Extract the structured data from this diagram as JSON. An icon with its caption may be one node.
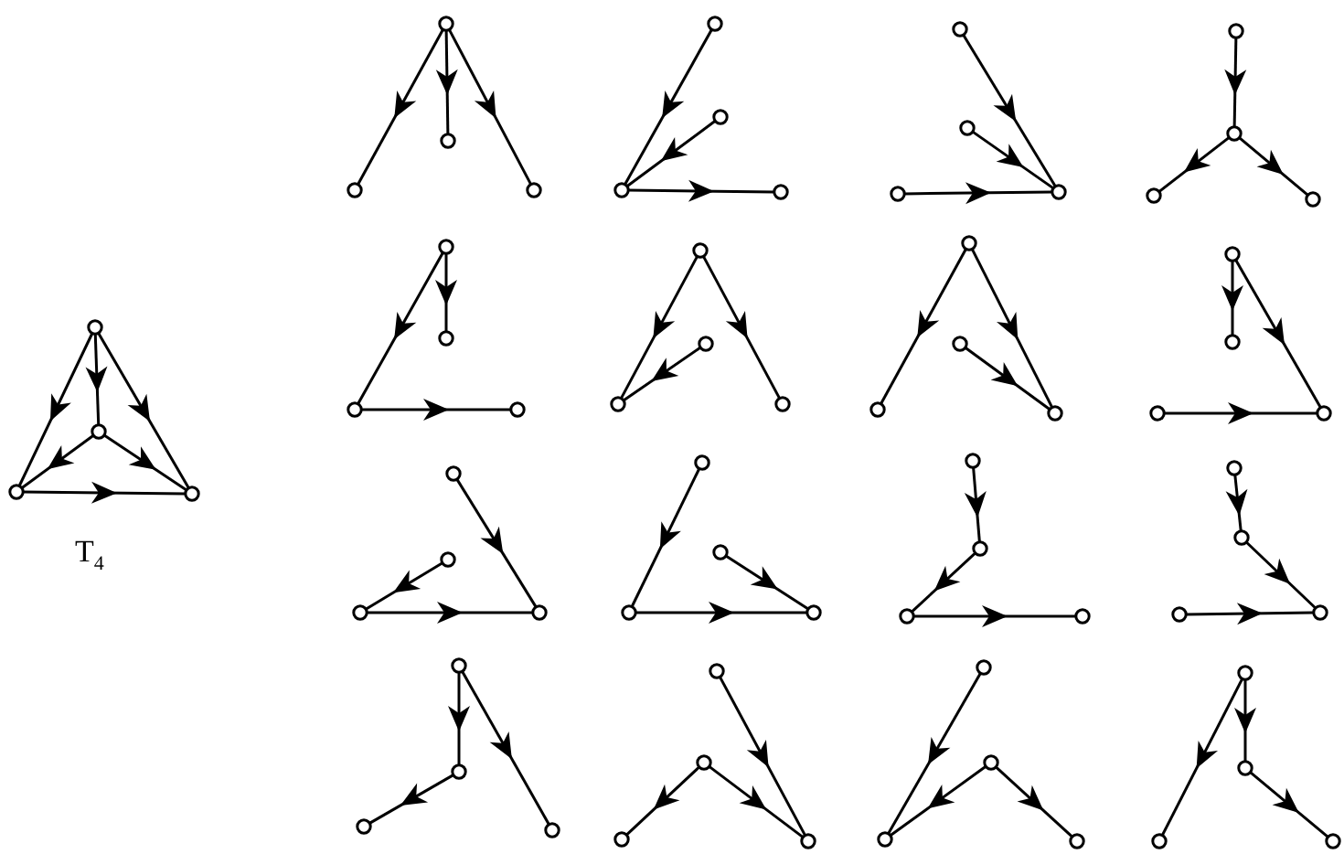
{
  "diagram": {
    "nodes": [
      {
        "text": [],
        "shape": "circle"
      },
      {
        "text": [],
        "shape": "circle"
      },
      {
        "text": [],
        "shape": "circle"
      },
      {
        "text": [],
        "shape": "circle"
      },
      {
        "text": [],
        "shape": "circle"
      },
      {
        "text": [],
        "shape": "circle"
      },
      {
        "text": [],
        "shape": "circle"
      },
      {
        "text": [],
        "shape": "circle"
      },
      {
        "text": [],
        "shape": "circle"
      },
      {
        "text": [],
        "shape": "circle"
      },
      {
        "text": [],
        "shape": "circle"
      },
      {
        "text": [],
        "shape": "circle"
      },
      {
        "text": [],
        "shape": "circle"
      },
      {
        "text": [],
        "shape": "circle"
      },
      {
        "text": [],
        "shape": "circle"
      },
      {
        "text": [],
        "shape": "circle"
      },
      {
        "text": [],
        "shape": "circle"
      },
      {
        "text": [],
        "shape": "circle"
      },
      {
        "text": [],
        "shape": "circle"
      },
      {
        "text": [],
        "shape": "circle"
      },
      {
        "text": [],
        "shape": "circle"
      },
      {
        "text": [],
        "shape": "circle"
      },
      {
        "text": [],
        "shape": "circle"
      },
      {
        "text": [],
        "shape": "circle"
      },
      {
        "text": [],
        "shape": "circle"
      },
      {
        "text": [],
        "shape": "circle"
      },
      {
        "text": [],
        "shape": "circle"
      },
      {
        "text": [],
        "shape": "circle"
      },
      {
        "text": [],
        "shape": "circle"
      },
      {
        "text": [],
        "shape": "circle"
      },
      {
        "text": [],
        "shape": "circle"
      },
      {
        "text": [],
        "shape": "circle"
      },
      {
        "text": [],
        "shape": "circle"
      },
      {
        "text": [],
        "shape": "circle"
      },
      {
        "text": [],
        "shape": "circle"
      },
      {
        "text": [],
        "shape": "circle"
      },
      {
        "text": [],
        "shape": "circle"
      },
      {
        "text": [],
        "shape": "circle"
      },
      {
        "text": [],
        "shape": "circle"
      },
      {
        "text": [],
        "shape": "circle"
      },
      {
        "text": [],
        "shape": "circle"
      },
      {
        "text": [],
        "shape": "circle"
      },
      {
        "text": [],
        "shape": "circle"
      },
      {
        "text": [],
        "shape": "circle"
      },
      {
        "text": [],
        "shape": "circle"
      },
      {
        "text": [],
        "shape": "circle"
      },
      {
        "text": [],
        "shape": "circle"
      },
      {
        "text": [],
        "shape": "circle"
      },
      {
        "text": [],
        "shape": "circle"
      },
      {
        "text": [],
        "shape": "circle"
      },
      {
        "text": [],
        "shape": "circle"
      },
      {
        "text": [],
        "shape": "circle"
      },
      {
        "text": [],
        "shape": "circle"
      },
      {
        "text": [],
        "shape": "circle"
      },
      {
        "text": [],
        "shape": "circle"
      },
      {
        "text": [],
        "shape": "circle"
      },
      {
        "text": [],
        "shape": "circle"
      },
      {
        "text": [],
        "shape": "circle"
      },
      {
        "text": [],
        "shape": "circle"
      },
      {
        "text": [],
        "shape": "circle"
      },
      {
        "text": [],
        "shape": "circle"
      },
      {
        "text": [],
        "shape": "circle"
      },
      {
        "text": [],
        "shape": "circle"
      },
      {
        "text": [],
        "shape": "circle"
      },
      {
        "text": [],
        "shape": "circle"
      },
      {
        "text": [],
        "shape": "circle"
      },
      {
        "text": [],
        "shape": "circle"
      },
      {
        "text": [],
        "shape": "circle"
      }
    ],
    "edges": [
      {
        "from": 0,
        "to": 2,
        "arrow": "to"
      },
      {
        "from": 0,
        "to": 1,
        "arrow": "to"
      },
      {
        "from": 0,
        "to": 3,
        "arrow": "to"
      },
      {
        "from": 1,
        "to": 2,
        "arrow": "to"
      },
      {
        "from": 1,
        "to": 3,
        "arrow": "to"
      },
      {
        "from": 2,
        "to": 3,
        "arrow": "to"
      },
      {
        "from": 4,
        "to": 6,
        "arrow": "to"
      },
      {
        "from": 4,
        "to": 5,
        "arrow": "to"
      },
      {
        "from": 4,
        "to": 7,
        "arrow": "to"
      },
      {
        "from": 8,
        "to": 10,
        "arrow": "to"
      },
      {
        "from": 9,
        "to": 10,
        "arrow": "to"
      },
      {
        "from": 10,
        "to": 11,
        "arrow": "to"
      },
      {
        "from": 12,
        "to": 15,
        "arrow": "to"
      },
      {
        "from": 13,
        "to": 15,
        "arrow": "to"
      },
      {
        "from": 14,
        "to": 15,
        "arrow": "to"
      },
      {
        "from": 16,
        "to": 17,
        "arrow": "to"
      },
      {
        "from": 17,
        "to": 18,
        "arrow": "to"
      },
      {
        "from": 17,
        "to": 19,
        "arrow": "to"
      },
      {
        "from": 20,
        "to": 22,
        "arrow": "to"
      },
      {
        "from": 20,
        "to": 21,
        "arrow": "to"
      },
      {
        "from": 22,
        "to": 23,
        "arrow": "to"
      },
      {
        "from": 24,
        "to": 26,
        "arrow": "to"
      },
      {
        "from": 24,
        "to": 27,
        "arrow": "to"
      },
      {
        "from": 25,
        "to": 26,
        "arrow": "to"
      },
      {
        "from": 28,
        "to": 30,
        "arrow": "to"
      },
      {
        "from": 28,
        "to": 31,
        "arrow": "to"
      },
      {
        "from": 29,
        "to": 31,
        "arrow": "to"
      },
      {
        "from": 32,
        "to": 33,
        "arrow": "to"
      },
      {
        "from": 32,
        "to": 35,
        "arrow": "to"
      },
      {
        "from": 34,
        "to": 35,
        "arrow": "to"
      },
      {
        "from": 36,
        "to": 39,
        "arrow": "to"
      },
      {
        "from": 37,
        "to": 38,
        "arrow": "to"
      },
      {
        "from": 38,
        "to": 39,
        "arrow": "to"
      },
      {
        "from": 40,
        "to": 42,
        "arrow": "to"
      },
      {
        "from": 41,
        "to": 43,
        "arrow": "to"
      },
      {
        "from": 42,
        "to": 43,
        "arrow": "to"
      },
      {
        "from": 44,
        "to": 45,
        "arrow": "to"
      },
      {
        "from": 45,
        "to": 46,
        "arrow": "to"
      },
      {
        "from": 46,
        "to": 47,
        "arrow": "to"
      },
      {
        "from": 48,
        "to": 49,
        "arrow": "to"
      },
      {
        "from": 49,
        "to": 51,
        "arrow": "to"
      },
      {
        "from": 50,
        "to": 51,
        "arrow": "to"
      },
      {
        "from": 52,
        "to": 53,
        "arrow": "to"
      },
      {
        "from": 52,
        "to": 55,
        "arrow": "to"
      },
      {
        "from": 53,
        "to": 54,
        "arrow": "to"
      },
      {
        "from": 56,
        "to": 59,
        "arrow": "to"
      },
      {
        "from": 57,
        "to": 58,
        "arrow": "to"
      },
      {
        "from": 57,
        "to": 59,
        "arrow": "to"
      },
      {
        "from": 60,
        "to": 62,
        "arrow": "to"
      },
      {
        "from": 61,
        "to": 62,
        "arrow": "to"
      },
      {
        "from": 61,
        "to": 63,
        "arrow": "to"
      },
      {
        "from": 64,
        "to": 66,
        "arrow": "to"
      },
      {
        "from": 64,
        "to": 65,
        "arrow": "to"
      },
      {
        "from": 65,
        "to": 67,
        "arrow": "to"
      }
    ],
    "labels": [
      "T$_{4}$"
    ]
  }
}
